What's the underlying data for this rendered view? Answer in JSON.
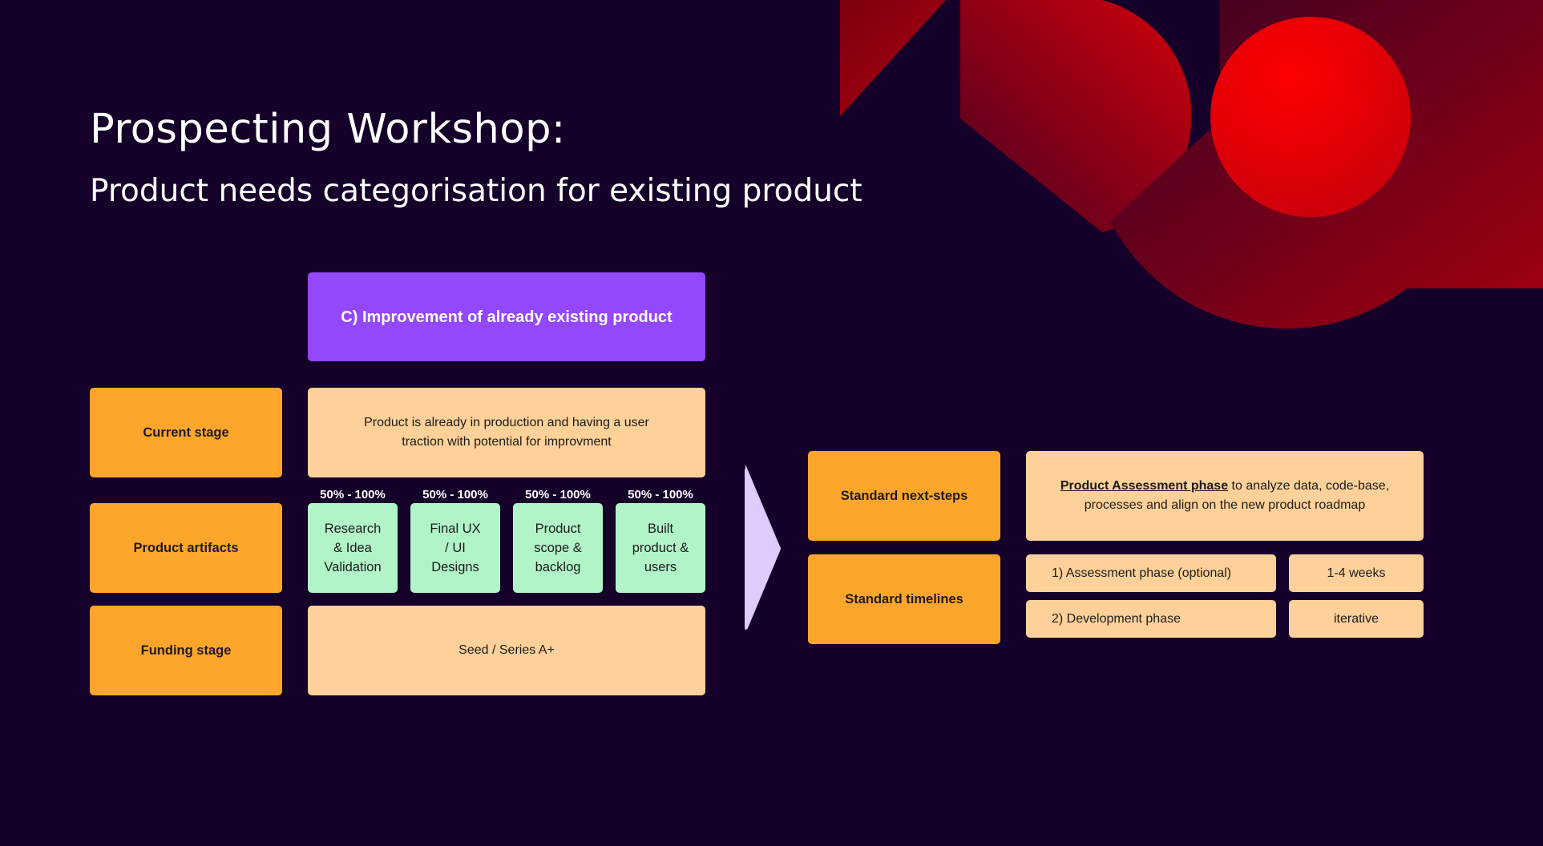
{
  "header": {
    "title": "Prospecting Workshop:",
    "subtitle": "Product needs categorisation for existing product"
  },
  "column_header": "C) Improvement of already existing product",
  "rows": {
    "current_stage": {
      "label": "Current stage",
      "value": "Product is already in production and having a user traction with potential for improvment"
    },
    "product_artifacts": {
      "label": "Product artifacts",
      "items": [
        {
          "percent": "50% - 100%",
          "text": "Research & Idea Validation"
        },
        {
          "percent": "50% - 100%",
          "text": "Final UX / UI Designs"
        },
        {
          "percent": "50% - 100%",
          "text": "Product scope & backlog"
        },
        {
          "percent": "50% - 100%",
          "text": "Built product & users"
        }
      ]
    },
    "funding_stage": {
      "label": "Funding stage",
      "value": "Seed / Series A+"
    }
  },
  "next_steps": {
    "label": "Standard next-steps",
    "highlight": "Product Assessment phase",
    "rest": " to analyze data, code-base, processes and align on the new product roadmap"
  },
  "timelines": {
    "label": "Standard timelines",
    "items": [
      {
        "phase": "1) Assessment phase (optional)",
        "duration": "1-4 weeks"
      },
      {
        "phase": "2) Development phase",
        "duration": "iterative"
      }
    ]
  },
  "colors": {
    "background": "#15002a",
    "orange": "#fea62c",
    "peach": "#fdd199",
    "green": "#b1f4c8",
    "purple": "#9448fb",
    "arrow": "#dfcbfd",
    "accent_red": "#f20000"
  }
}
